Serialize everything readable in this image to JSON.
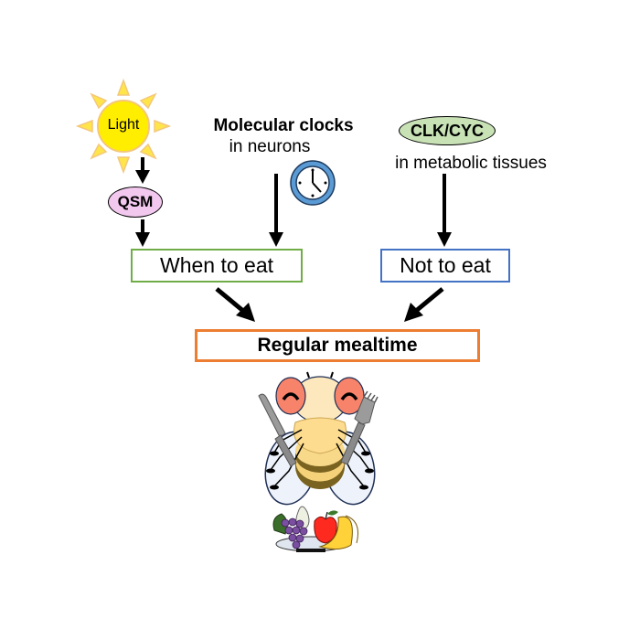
{
  "diagram": {
    "sources": {
      "light": {
        "label": "Light"
      },
      "qsm": {
        "label": "QSM",
        "color": "#f2c8ee"
      },
      "molecular_clocks": {
        "title": "Molecular clocks",
        "subtitle": "in neurons"
      },
      "clk_cyc": {
        "label": "CLK/CYC",
        "subtitle": "in metabolic tissues",
        "color": "#c8e2b6"
      }
    },
    "outputs": {
      "when_to_eat": {
        "label": "When to eat",
        "border_color": "#70ad47"
      },
      "not_to_eat": {
        "label": "Not to eat",
        "border_color": "#4472c4"
      }
    },
    "result": {
      "label": "Regular mealtime",
      "border_color": "#ed7d31"
    },
    "icons": [
      "sun-icon",
      "clock-icon",
      "fruit-fly-icon",
      "knife-icon",
      "fork-icon",
      "fruit-bowl-icon"
    ],
    "colors": {
      "sun_fill": "#ffee00",
      "sun_rays": "#ffd966",
      "fly_eye": "#f8836b",
      "fly_body": "#fde3a0"
    }
  }
}
